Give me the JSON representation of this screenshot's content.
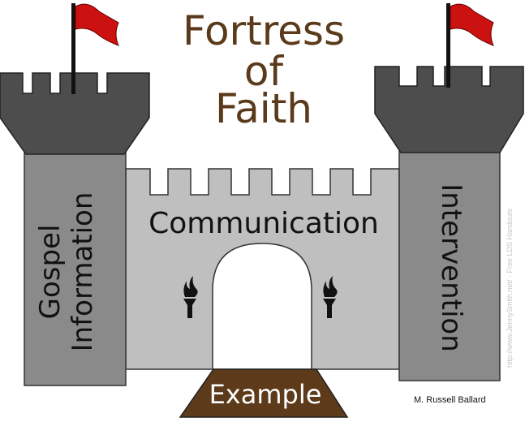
{
  "title": {
    "line1": "Fortress",
    "line2": "of",
    "line3": "Faith"
  },
  "labels": {
    "left_tower_line1": "Gospel",
    "left_tower_line2": "Information",
    "wall": "Communication",
    "right_tower": "Intervention",
    "step": "Example"
  },
  "credit": "M. Russell Ballard",
  "watermark": "http://www.JennySmith.net/ - Free LDS Handouts",
  "colors": {
    "title": "#5a3a1a",
    "tower_dark": "#4d4d4d",
    "tower_body": "#8a8a8a",
    "wall": "#bfbfbf",
    "step": "#5c3a1a",
    "flag": "#cc1111"
  },
  "icons": [
    "flag-icon",
    "torch-icon"
  ]
}
